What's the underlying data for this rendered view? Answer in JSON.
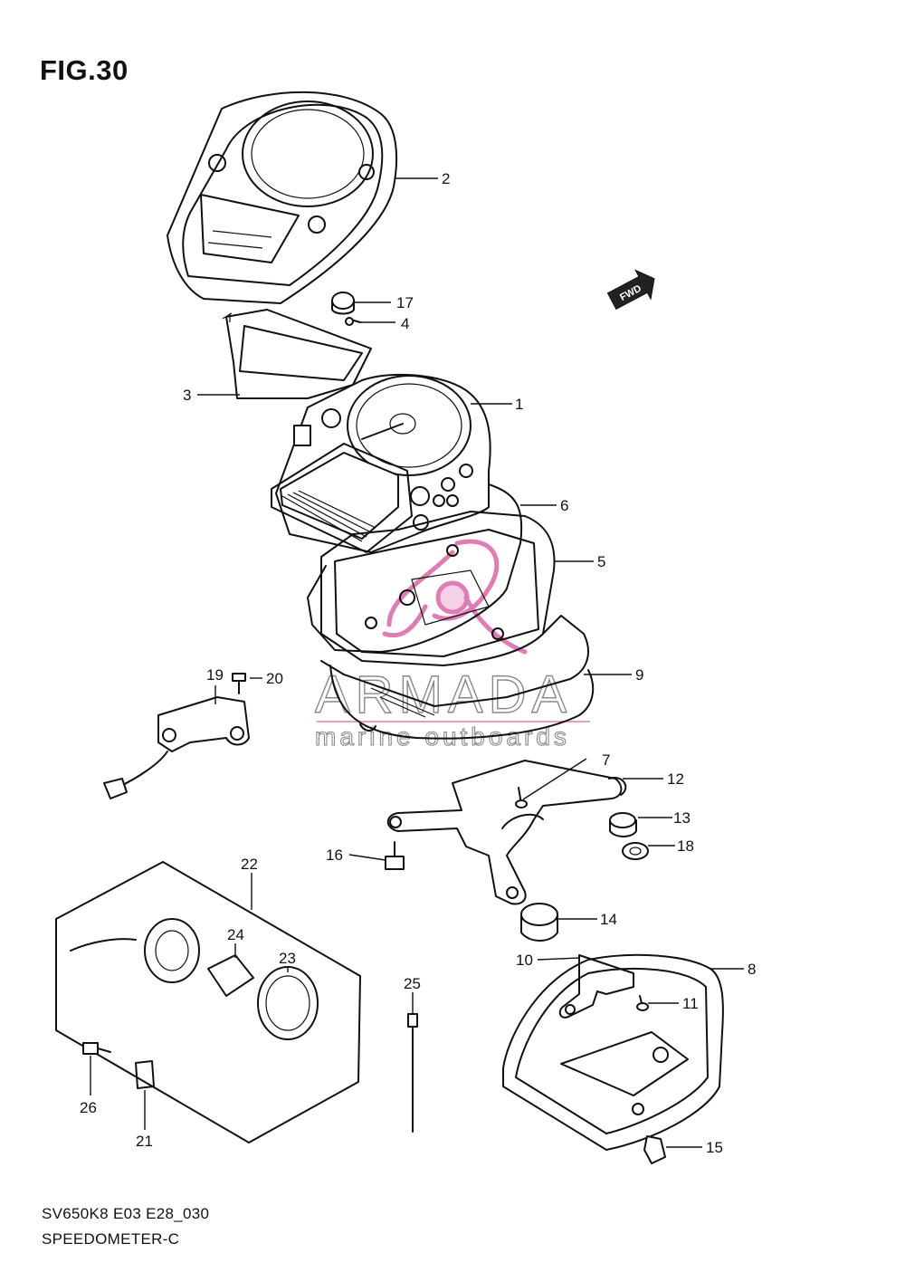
{
  "figure": {
    "title": "FIG.30",
    "code": "SV650K8 E03 E28_030",
    "name": "SPEEDOMETER-C"
  },
  "badge": {
    "text": "FWD"
  },
  "watermark": {
    "brand": "ARMADA",
    "tagline": "marine outboards",
    "accent_color": "#e07bb4"
  },
  "callouts": [
    {
      "id": "c1",
      "number": "1"
    },
    {
      "id": "c2",
      "number": "2"
    },
    {
      "id": "c3",
      "number": "3"
    },
    {
      "id": "c4",
      "number": "4"
    },
    {
      "id": "c5",
      "number": "5"
    },
    {
      "id": "c6",
      "number": "6"
    },
    {
      "id": "c7",
      "number": "7"
    },
    {
      "id": "c8",
      "number": "8"
    },
    {
      "id": "c9",
      "number": "9"
    },
    {
      "id": "c10",
      "number": "10"
    },
    {
      "id": "c11",
      "number": "11"
    },
    {
      "id": "c12",
      "number": "12"
    },
    {
      "id": "c13",
      "number": "13"
    },
    {
      "id": "c14",
      "number": "14"
    },
    {
      "id": "c15",
      "number": "15"
    },
    {
      "id": "c16",
      "number": "16"
    },
    {
      "id": "c17",
      "number": "17"
    },
    {
      "id": "c18",
      "number": "18"
    },
    {
      "id": "c19",
      "number": "19"
    },
    {
      "id": "c20",
      "number": "20"
    },
    {
      "id": "c21",
      "number": "21"
    },
    {
      "id": "c22",
      "number": "22"
    },
    {
      "id": "c23",
      "number": "23"
    },
    {
      "id": "c24",
      "number": "24"
    },
    {
      "id": "c25",
      "number": "25"
    },
    {
      "id": "c26",
      "number": "26"
    }
  ]
}
